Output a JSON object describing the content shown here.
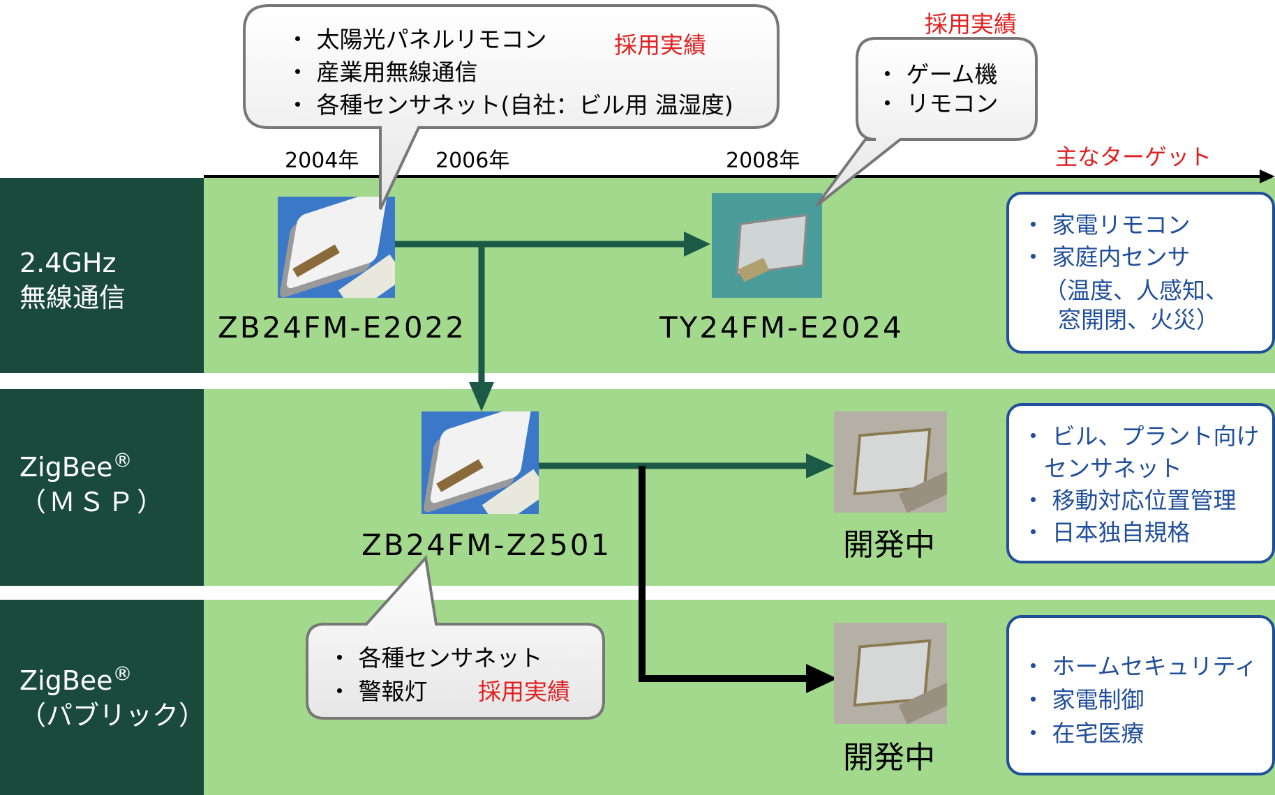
{
  "years": [
    "2004年",
    "2006年",
    "2008年"
  ],
  "axis_label": "主なターゲット",
  "rows": [
    {
      "label_line1": "2.4GHz",
      "label_line2": "無線通信"
    },
    {
      "label_line1": "ZigBee",
      "label_sup": "®",
      "label_line2": "（ＭＳＰ）"
    },
    {
      "label_line1": "ZigBee",
      "label_sup": "®",
      "label_line2": "（パブリック）"
    }
  ],
  "models": {
    "zb_e2022": "ZB24FM-E2022",
    "ty_e2024": "TY24FM-E2024",
    "zb_z2501": "ZB24FM-Z2501",
    "dev1": "開発中",
    "dev2": "開発中"
  },
  "callouts": {
    "top_left": {
      "items": [
        "太陽光パネルリモコン",
        "産業用無線通信",
        "各種センサネット(自社：ビル用 温湿度)"
      ],
      "badge": "採用実績"
    },
    "top_right": {
      "items": [
        "ゲーム機",
        "リモコン"
      ],
      "badge": "採用実績"
    },
    "bottom": {
      "items": [
        "各種センサネット",
        "警報灯"
      ],
      "badge": "採用実績"
    }
  },
  "targets": [
    {
      "lines": [
        "家電リモコン",
        "家庭内センサ",
        "（温度、人感知、",
        "窓開閉、火災）"
      ]
    },
    {
      "lines": [
        "ビル、プラント向け",
        "センサネット",
        "移動対応位置管理",
        "日本独自規格"
      ]
    },
    {
      "lines": [
        "ホームセキュリティ",
        "家電制御",
        "在宅医療"
      ]
    }
  ],
  "colors": {
    "label_bg": "#1a4a3c",
    "band_bg": "#a3d98c",
    "arrow_green": "#1b5a47",
    "target_border": "#1f4e9a",
    "badge_red": "#e02020"
  }
}
